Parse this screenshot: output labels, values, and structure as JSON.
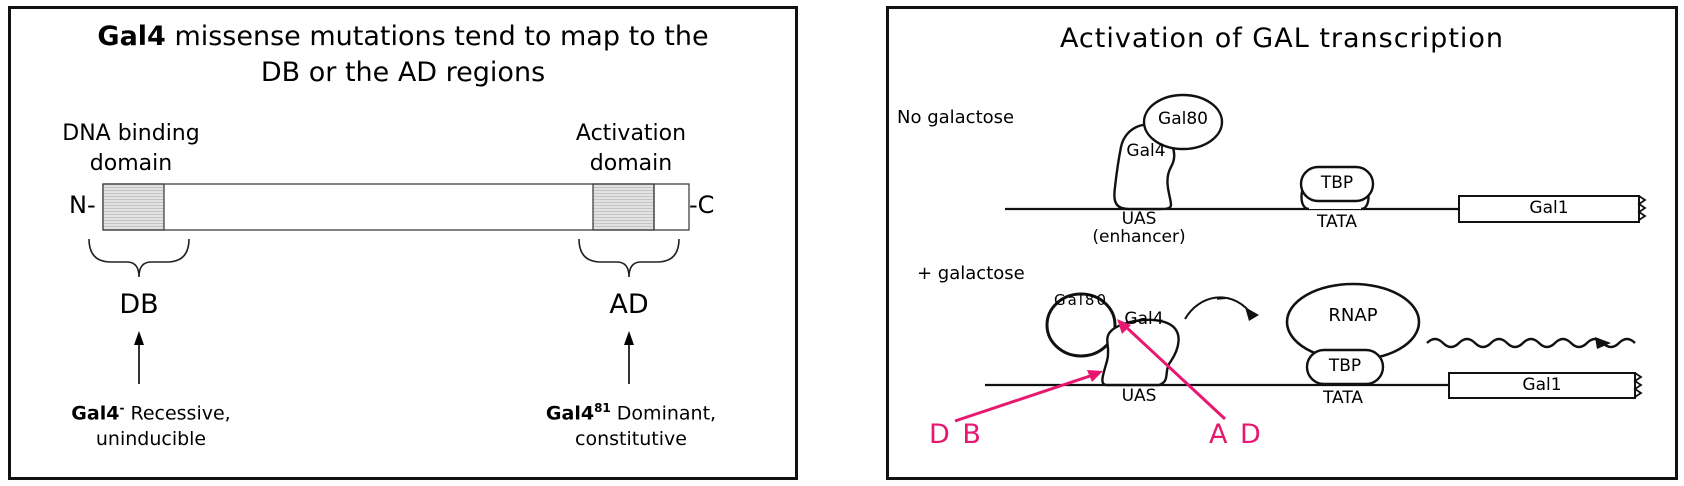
{
  "left_panel": {
    "title_bold": "Gal4",
    "title_rest_line1": " missense mutations tend to map to the",
    "title_line2": "DB or the AD regions",
    "dna_binding_label_line1": "DNA binding",
    "dna_binding_label_line2": "domain",
    "activation_label_line1": "Activation",
    "activation_label_line2": "domain",
    "n_terminus": "N-",
    "c_terminus": "-C",
    "db_label": "DB",
    "ad_label": "AD",
    "mutant1_bold": "Gal4",
    "mutant1_sup": "-",
    "mutant1_desc_line1": " Recessive,",
    "mutant1_desc_line2": "uninducible",
    "mutant2_bold": "Gal4",
    "mutant2_sup": "81",
    "mutant2_desc_line1": " Dominant,",
    "mutant2_desc_line2": "constitutive"
  },
  "right_panel": {
    "title": "Activation of GAL transcription",
    "no_galactose": "No galactose",
    "plus_galactose": "+ galactose",
    "gal80_top": "Gal80",
    "gal4_top": "Gal4",
    "tbp_top": "TBP",
    "gal1_top": "Gal1",
    "uas_top": "UAS",
    "enhancer": "(enhancer)",
    "tata_top": "TATA",
    "gal80_bottom": "Gal80",
    "gal4_bottom": "Gal4",
    "rnap": "RNAP",
    "tbp_bottom": "TBP",
    "gal1_bottom": "Gal1",
    "uas_bottom": "UAS",
    "tata_bottom": "TATA",
    "db_annotation": "D B",
    "ad_annotation": "A D"
  },
  "colors": {
    "annotation": "#e8176f",
    "domain_fill": "#d9d9d9",
    "line": "#111111"
  }
}
